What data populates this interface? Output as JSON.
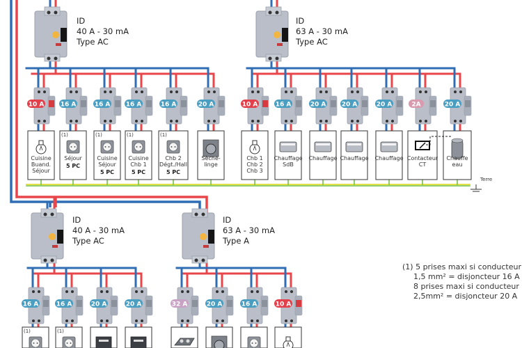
{
  "colors": {
    "phase": "#e8464a",
    "neutral": "#2f6db5",
    "earth_green": "#6cbf3a",
    "earth_yellow": "#e4e04a",
    "badge_blue": "#4a9ec2",
    "badge_red": "#e2404a",
    "badge_pink": "#d99aae",
    "badge_purple": "#c9a3c6",
    "breaker_body": "#b9bec8"
  },
  "groups": [
    {
      "id_label": "ID",
      "rating": "40 A - 30 mA",
      "type": "Type AC",
      "circuits": [
        {
          "badge": "10 A",
          "badge_color": "badge_red",
          "load_icon": "bulb-icon",
          "note": "",
          "lines": [
            "Cuisine",
            "Buand.",
            "Séjour"
          ],
          "bold": ""
        },
        {
          "badge": "16 A",
          "badge_color": "badge_blue",
          "load_icon": "socket-icon",
          "note": "(1)",
          "lines": [
            "Séjour"
          ],
          "bold": "5 PC"
        },
        {
          "badge": "16 A",
          "badge_color": "badge_blue",
          "load_icon": "socket-icon",
          "note": "(1)",
          "lines": [
            "Cuisine",
            "Séjour"
          ],
          "bold": "5 PC"
        },
        {
          "badge": "16 A",
          "badge_color": "badge_blue",
          "load_icon": "socket-icon",
          "note": "(1)",
          "lines": [
            "Cuisine",
            "Chb 1"
          ],
          "bold": "5 PC"
        },
        {
          "badge": "16 A",
          "badge_color": "badge_blue",
          "load_icon": "socket-icon",
          "note": "(1)",
          "lines": [
            "Chb 2",
            "Dégt./Hall"
          ],
          "bold": "5 PC"
        },
        {
          "badge": "20 A",
          "badge_color": "badge_blue",
          "load_icon": "dryer-icon",
          "note": "",
          "lines": [
            "Sèche-",
            "linge"
          ],
          "bold": ""
        }
      ]
    },
    {
      "id_label": "ID",
      "rating": "63 A - 30 mA",
      "type": "Type AC",
      "circuits": [
        {
          "badge": "10 A",
          "badge_color": "badge_red",
          "load_icon": "bulb-icon",
          "note": "",
          "lines": [
            "Chb 1",
            "Chb 2",
            "Chb 3"
          ],
          "bold": ""
        },
        {
          "badge": "16 A",
          "badge_color": "badge_blue",
          "load_icon": "heater-icon",
          "note": "",
          "lines": [
            "Chauffage",
            "SdB"
          ],
          "bold": ""
        },
        {
          "badge": "20 A",
          "badge_color": "badge_blue",
          "load_icon": "heater-icon",
          "note": "",
          "lines": [
            "Chauffage"
          ],
          "bold": ""
        },
        {
          "badge": "20 A",
          "badge_color": "badge_blue",
          "load_icon": "heater-icon",
          "note": "",
          "lines": [
            "Chauffage"
          ],
          "bold": ""
        },
        {
          "badge": "20 A",
          "badge_color": "badge_blue",
          "load_icon": "heater-icon",
          "note": "",
          "lines": [
            "Chauffage"
          ],
          "bold": ""
        },
        {
          "badge": "2A",
          "badge_color": "badge_pink",
          "load_icon": "contactor-icon",
          "note": "",
          "lines": [
            "Contacteur",
            "CT"
          ],
          "bold": ""
        },
        {
          "badge": "20 A",
          "badge_color": "badge_blue",
          "load_icon": "water-heater-icon",
          "note": "",
          "lines": [
            "Chauffe",
            "eau"
          ],
          "bold": ""
        }
      ]
    },
    {
      "id_label": "ID",
      "rating": "40 A - 30 mA",
      "type": "Type AC",
      "circuits": [
        {
          "badge": "16 A",
          "badge_color": "badge_blue",
          "load_icon": "socket-icon",
          "note": "(1)",
          "lines": [],
          "bold": ""
        },
        {
          "badge": "16 A",
          "badge_color": "badge_blue",
          "load_icon": "socket-icon",
          "note": "(1)",
          "lines": [],
          "bold": ""
        },
        {
          "badge": "20 A",
          "badge_color": "badge_blue",
          "load_icon": "dishwasher-icon",
          "note": "",
          "lines": [],
          "bold": ""
        },
        {
          "badge": "20 A",
          "badge_color": "badge_blue",
          "load_icon": "oven-icon",
          "note": "",
          "lines": [],
          "bold": ""
        }
      ]
    },
    {
      "id_label": "ID",
      "rating": "63 A - 30 mA",
      "type": "Type A",
      "circuits": [
        {
          "badge": "32 A",
          "badge_color": "badge_purple",
          "load_icon": "cooktop-icon",
          "note": "",
          "lines": [],
          "bold": ""
        },
        {
          "badge": "20 A",
          "badge_color": "badge_blue",
          "load_icon": "washing-machine-icon",
          "note": "",
          "lines": [],
          "bold": ""
        },
        {
          "badge": "16 A",
          "badge_color": "badge_blue",
          "load_icon": "socket-icon",
          "note": "",
          "lines": [],
          "bold": ""
        },
        {
          "badge": "10 A",
          "badge_color": "badge_red",
          "load_icon": "bulb-icon",
          "note": "",
          "lines": [],
          "bold": ""
        }
      ]
    }
  ],
  "earth_label": "Terre",
  "footnote": {
    "lines": [
      "(1) 5 prises maxi si conducteur",
      "1,5 mm² = disjoncteur 16 A",
      "8 prises maxi si conducteur",
      "2,5mm² = disjoncteur 20 A"
    ]
  }
}
